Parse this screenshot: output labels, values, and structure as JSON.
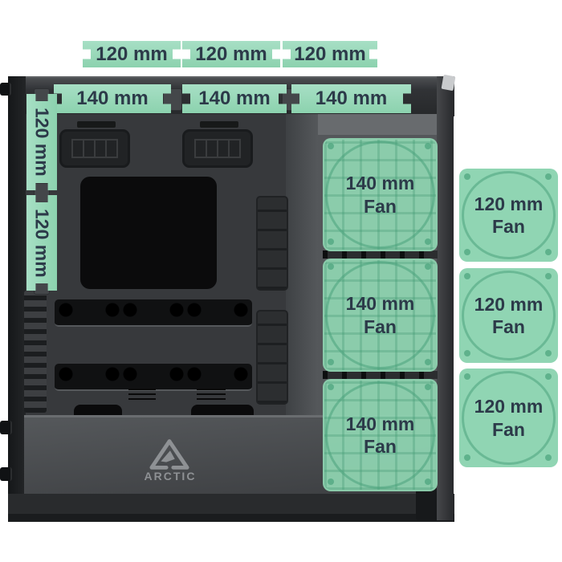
{
  "brand": {
    "name": "ARCTIC"
  },
  "colors": {
    "accent_green": "#8ed3b0",
    "label_text": "#2c3a49",
    "case_gray": "#3a3d40",
    "shroud_gray": "#4a4d50"
  },
  "top_tabs": [
    {
      "label": "120 mm"
    },
    {
      "label": "120 mm"
    },
    {
      "label": "120 mm"
    }
  ],
  "mid_tabs": [
    {
      "label": "140 mm"
    },
    {
      "label": "140 mm"
    },
    {
      "label": "140 mm"
    }
  ],
  "left_tabs": [
    {
      "label": "120 mm"
    },
    {
      "label": "120 mm"
    }
  ],
  "internal_fans": [
    {
      "size": "140 mm",
      "type": "Fan"
    },
    {
      "size": "140 mm",
      "type": "Fan"
    },
    {
      "size": "140 mm",
      "type": "Fan"
    }
  ],
  "external_fans": [
    {
      "size": "120 mm",
      "type": "Fan"
    },
    {
      "size": "120 mm",
      "type": "Fan"
    },
    {
      "size": "120 mm",
      "type": "Fan"
    }
  ]
}
